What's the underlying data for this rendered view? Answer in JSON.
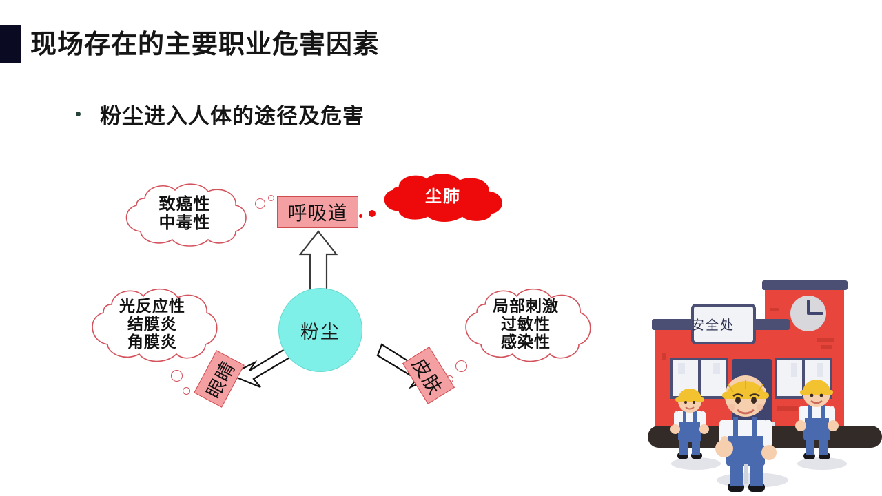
{
  "slide": {
    "title": "现场存在的主要职业危害因素",
    "accent_color": "#0a0a22",
    "bullet": {
      "text": "粉尘进入人体的途径及危害",
      "dot_color": "#27443c"
    }
  },
  "diagram": {
    "center": {
      "label": "粉尘",
      "fill_color": "#7ff0e8"
    },
    "routes": [
      {
        "name": "respiratory",
        "label": "呼吸道",
        "fill_color": "#f4a0a3",
        "border_color": "#cf4c50"
      },
      {
        "name": "eyes",
        "label": "眼睛",
        "fill_color": "#f4a0a3",
        "border_color": "#cf4c50"
      },
      {
        "name": "skin",
        "label": "皮肤",
        "fill_color": "#f4a0a3",
        "border_color": "#cf4c50"
      }
    ],
    "clouds": [
      {
        "name": "carcinogenic-toxic",
        "style": "white",
        "lines": [
          "致癌性",
          "中毒性"
        ],
        "outline_color": "#d4525c"
      },
      {
        "name": "pneumoconiosis",
        "style": "red",
        "lines": [
          "尘肺"
        ],
        "fill_color": "#ee0a0a",
        "text_color": "#ffffff"
      },
      {
        "name": "eye-diseases",
        "style": "white",
        "lines": [
          "光反应性",
          "结膜炎",
          "角膜炎"
        ],
        "outline_color": "#d4525c"
      },
      {
        "name": "skin-diseases",
        "style": "white",
        "lines": [
          "局部刺激",
          "过敏性",
          "感染性"
        ],
        "outline_color": "#d4525c"
      }
    ]
  },
  "illustration": {
    "name": "safety-office-illustration",
    "sign_text": "安全处",
    "building_color": "#e8453c",
    "roof_color": "#4a4f73",
    "door_color": "#3f456e",
    "helmet_color": "#f2c230",
    "overalls_color": "#4a6ab0",
    "clock": {
      "name": "wall-clock",
      "face_color": "#d7d7dc",
      "hands_color": "#3f456e"
    },
    "workers": [
      {
        "name": "worker-left"
      },
      {
        "name": "worker-center"
      },
      {
        "name": "worker-right"
      }
    ]
  }
}
